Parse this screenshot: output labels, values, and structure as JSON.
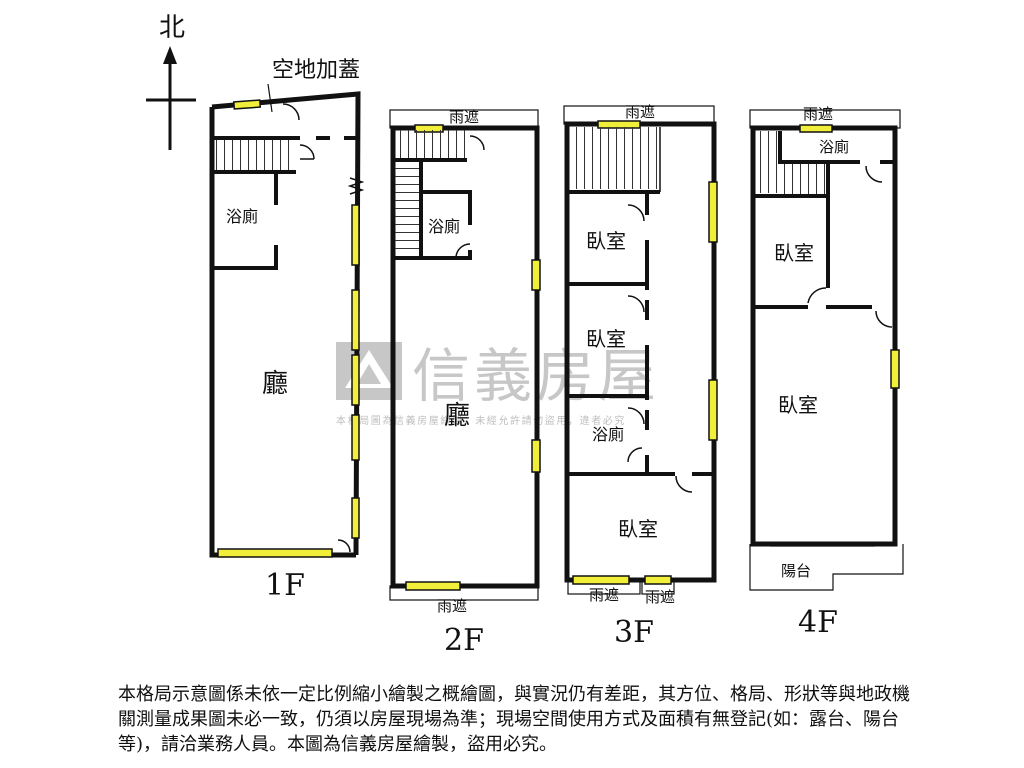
{
  "compass": {
    "north": "北"
  },
  "floors": {
    "f1": {
      "name": "1F",
      "annex": "空地加蓋",
      "rooms": {
        "bath": "浴廁",
        "hall": "廳"
      }
    },
    "f2": {
      "name": "2F",
      "canopy_top": "雨遮",
      "canopy_bottom": "雨遮",
      "rooms": {
        "bath": "浴廁",
        "hall": "廳"
      }
    },
    "f3": {
      "name": "3F",
      "canopy_top": "雨遮",
      "canopy_bottom_left": "雨遮",
      "canopy_bottom_right": "雨遮",
      "rooms": {
        "bedroom_1": "臥室",
        "bedroom_2": "臥室",
        "bath": "浴廁",
        "bedroom_3": "臥室"
      }
    },
    "f4": {
      "name": "4F",
      "canopy_top": "雨遮",
      "rooms": {
        "bath": "浴廁",
        "bedroom_1": "臥室",
        "bedroom_2": "臥室",
        "balcony": "陽台"
      }
    }
  },
  "watermark": {
    "brand": "信義房屋",
    "notice": "本格局圖為信義房屋繪製，未經允許請勿盜用，違者必究"
  },
  "disclaimer": "本格局示意圖係未依一定比例縮小繪製之概繪圖，與實況仍有差距，其方位、格局、形狀等與地政機關測量成果圖未必一致，仍須以房屋現場為準；現場空間使用方式及面積有無登記(如：露台、陽台等)，請洽業務人員。本圖為信義房屋繪製，盜用必究。",
  "colors": {
    "wall": "#111111",
    "window_fill": "#f2ef3a",
    "watermark": "#9a9a9a"
  }
}
